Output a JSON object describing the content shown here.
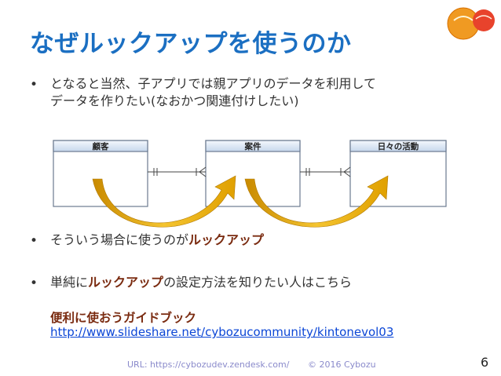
{
  "title": "なぜルックアップを使うのか",
  "bullets": [
    {
      "line1": "となると当然、子アプリでは親アプリのデータを利用して",
      "line2": "データを作りたい(なおかつ関連付けしたい)"
    },
    {
      "text": "そういう場合に使うのが",
      "highlight": "ルックアップ"
    },
    {
      "text": "単純に",
      "highlight": "ルックアップ",
      "rest": "の設定方法を知りたい人はこちら"
    }
  ],
  "guide": {
    "title": "便利に使おうガイドブック",
    "url": "http://www.slideshare.net/cybozucommunity/kintonevol03"
  },
  "diagram": {
    "entities": [
      "顧客",
      "案件",
      "日々の活動"
    ]
  },
  "footer": {
    "url": "URL: https://cybozudev.zendesk.com/",
    "copyright": "© 2016 Cybozu"
  },
  "page_number": "6",
  "colors": {
    "title": "#1b6fc2",
    "highlight": "#7a2b10",
    "link": "#0b46d6",
    "arrow": "#e0a800"
  },
  "icons": [
    "cybozu-logo-icon"
  ]
}
